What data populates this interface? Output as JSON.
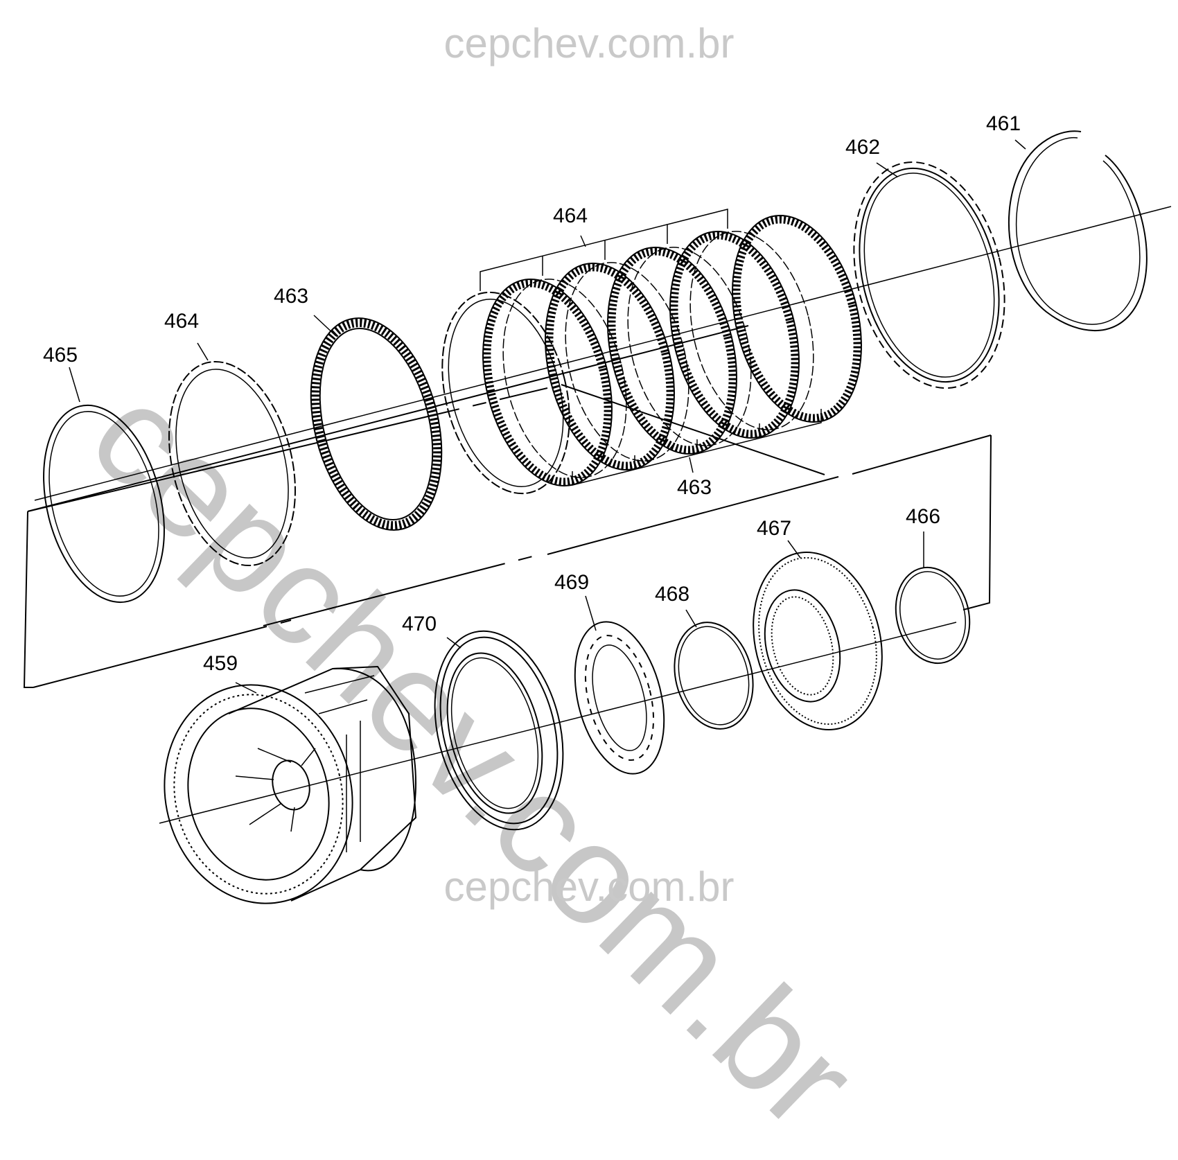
{
  "watermark": {
    "top": "cepchev.com.br",
    "bottom": "cepchev.com.br",
    "diagonal": "cepchev.com.br"
  },
  "callouts": {
    "c459": "459",
    "c461": "461",
    "c462": "462",
    "c463_left": "463",
    "c463_bottom": "463",
    "c464_left": "464",
    "c464_top": "464",
    "c465": "465",
    "c466": "466",
    "c467": "467",
    "c468": "468",
    "c469": "469",
    "c470": "470"
  }
}
